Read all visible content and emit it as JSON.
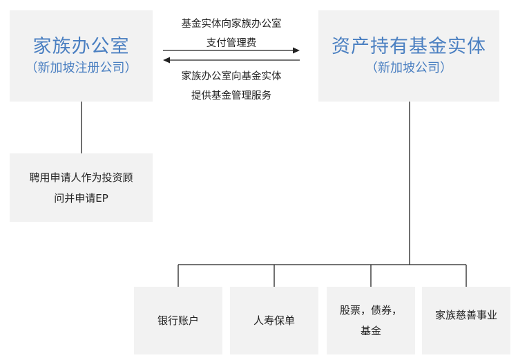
{
  "family_office": {
    "title": "家族办公室",
    "subtitle": "（新加坡注册公司）"
  },
  "fund_entity": {
    "title": "资产持有基金实体",
    "subtitle": "（新加坡公司）"
  },
  "flow_top": {
    "line1": "基金实体向家族办公室",
    "line2": "支付管理费"
  },
  "flow_bottom": {
    "line1": "家族办公室向基金实体",
    "line2": "提供基金管理服务"
  },
  "hire_box": {
    "line1": "聘用申请人作为投资顾",
    "line2": "问并申请EP"
  },
  "assets": [
    {
      "label": "银行账户"
    },
    {
      "label": "人寿保单"
    },
    {
      "line1": "股票，债券，",
      "line2": "基金"
    },
    {
      "label": "家族慈善事业"
    }
  ],
  "colors": {
    "title_blue": "#4a7fc1",
    "box_fill": "#f2f2f2",
    "line": "#222222"
  }
}
